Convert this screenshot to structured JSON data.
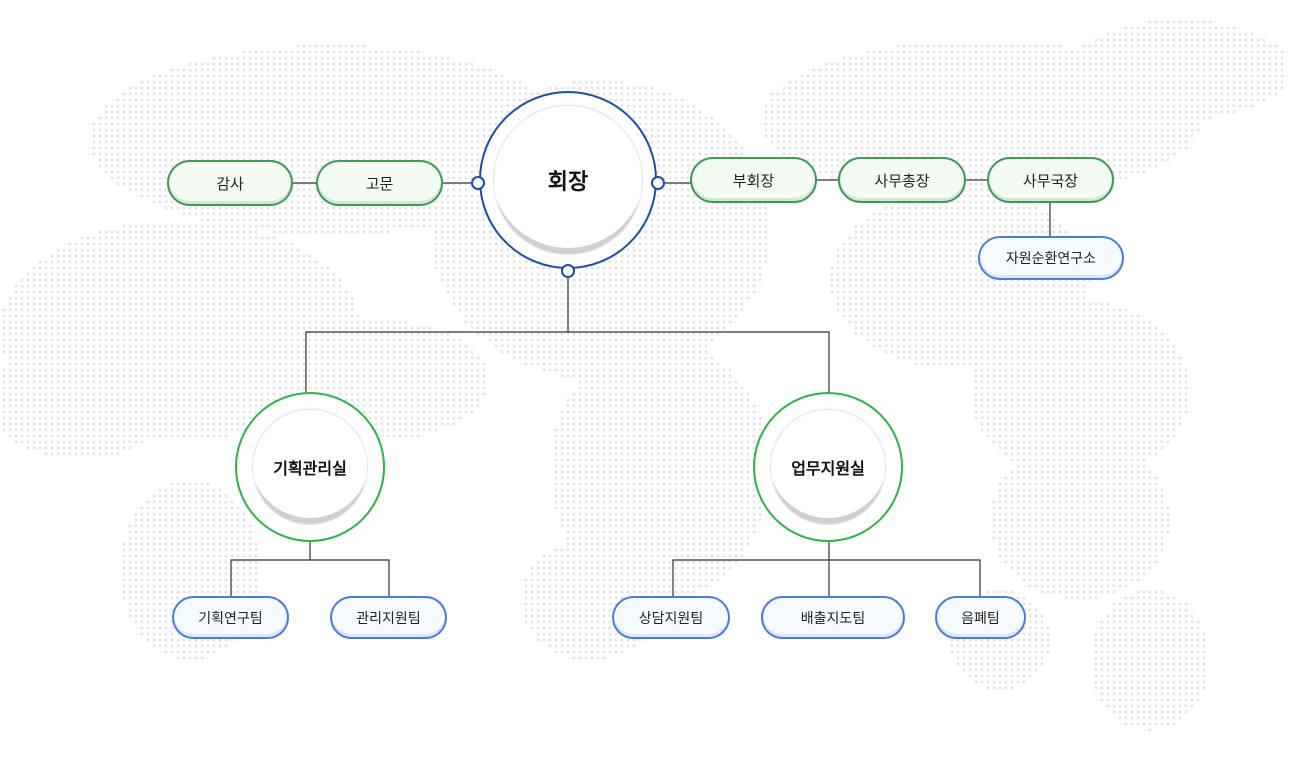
{
  "chairman": "회장",
  "left_chain": {
    "auditor": "감사",
    "advisor": "고문"
  },
  "right_chain": {
    "vice_chairman": "부회장",
    "secretary_general": "사무총장",
    "executive_director": "사무국장",
    "institute": "자원순환연구소"
  },
  "divisions": {
    "planning": {
      "name": "기획관리실",
      "teams": [
        "기획연구팀",
        "관리지원팀"
      ]
    },
    "support": {
      "name": "업무지원실",
      "teams": [
        "상담지원팀",
        "배출지도팀",
        "음폐팀"
      ]
    }
  },
  "colors": {
    "navy": "#1c4ea8",
    "green_pill": "#3f9a58",
    "green_ring": "#2db34a",
    "blue_pill": "#4a7be0",
    "map_dots": "#e1e1e6"
  }
}
